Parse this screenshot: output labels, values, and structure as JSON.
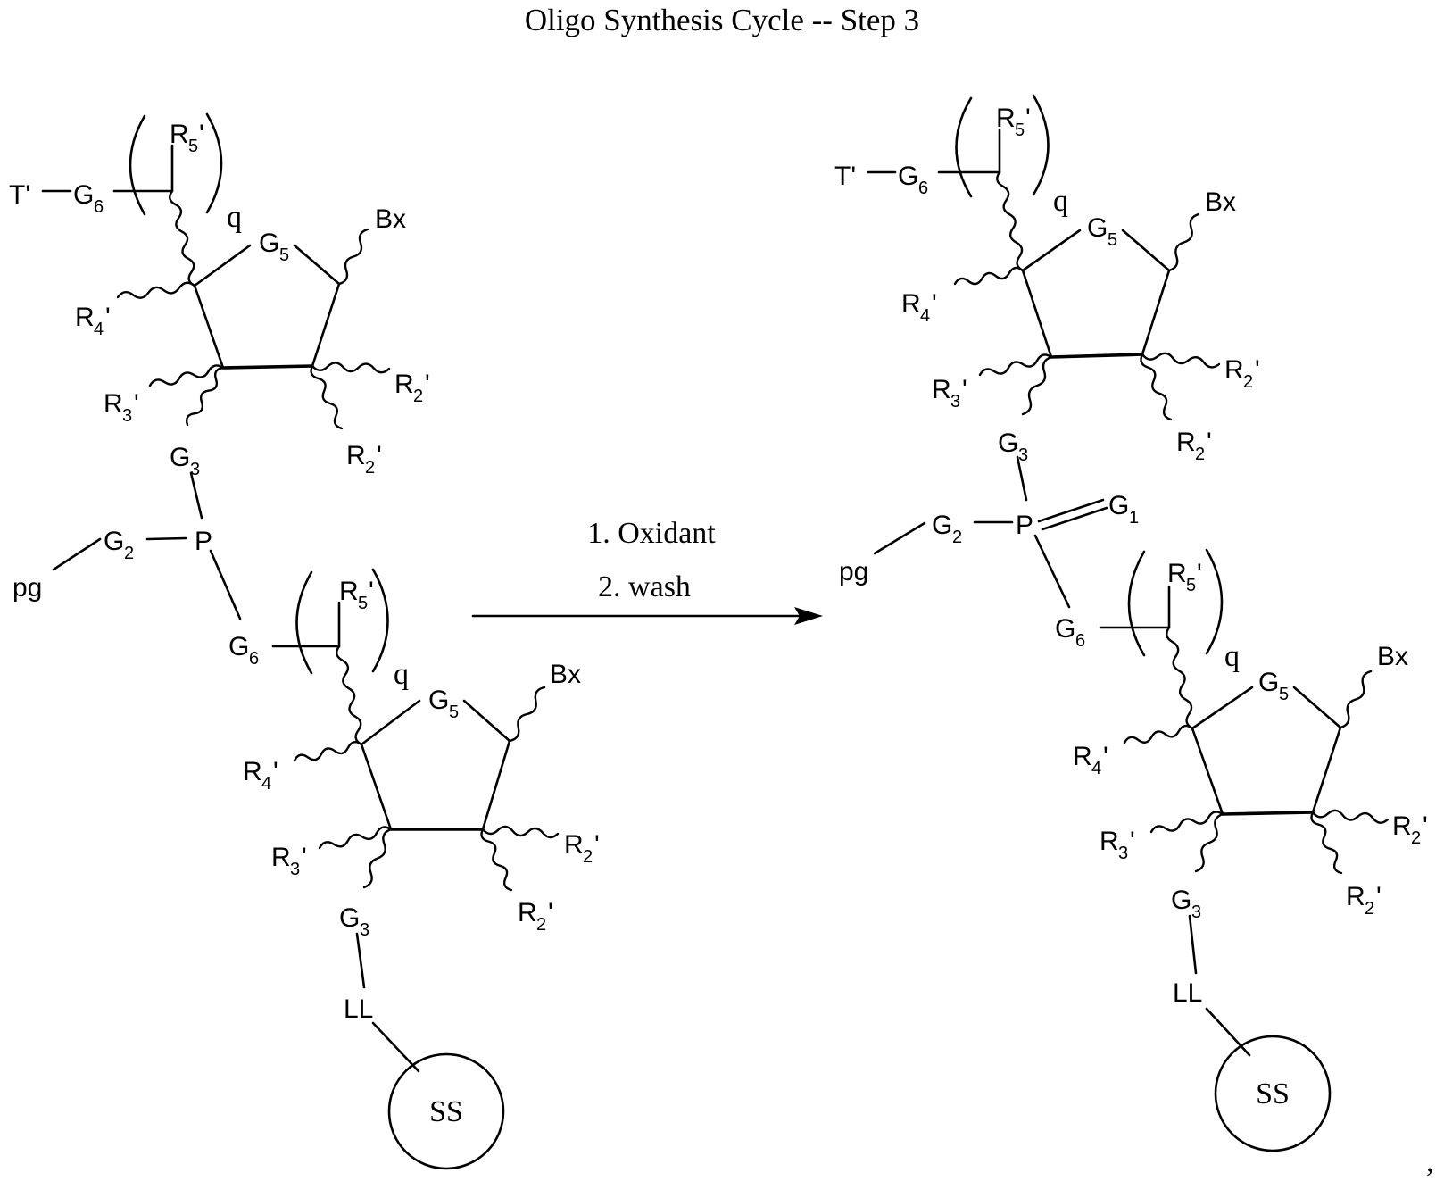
{
  "title": "Oligo Synthesis Cycle -- Step 3",
  "reaction": {
    "step1": "1. Oxidant",
    "step2": "2.  wash"
  },
  "labels": {
    "T": "T'",
    "G": "G",
    "sub6": "6",
    "sub5": "5",
    "sub3": "3",
    "sub2": "2",
    "sub1": "1",
    "sub4": "4",
    "R": "R",
    "prime": "'",
    "q": "q",
    "Bx": "Bx",
    "P": "P",
    "pg": "pg",
    "LL": "LL",
    "SS": "SS"
  },
  "trailing_comma": ","
}
